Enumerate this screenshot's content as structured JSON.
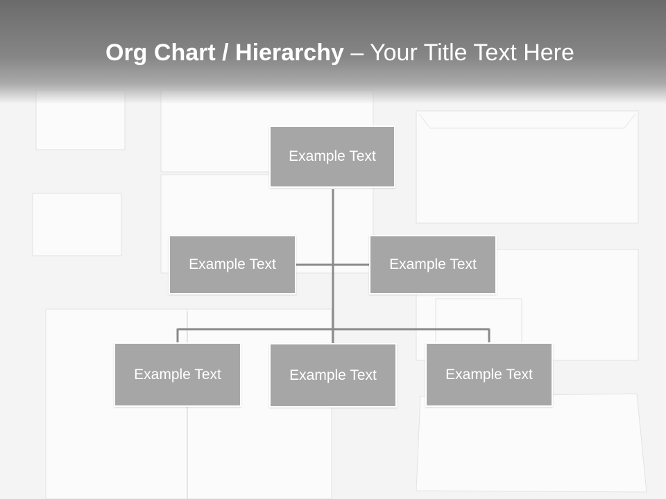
{
  "slide": {
    "title_bold": "Org Chart / Hierarchy",
    "title_separator": " – ",
    "title_rest": "Your Title Text Here"
  },
  "org_chart": {
    "root": {
      "label": "Example Text"
    },
    "level2": [
      {
        "label": "Example Text"
      },
      {
        "label": "Example Text"
      }
    ],
    "level3": [
      {
        "label": "Example Text"
      },
      {
        "label": "Example Text"
      },
      {
        "label": "Example Text"
      }
    ]
  },
  "colors": {
    "box_fill": "#a6a6a6",
    "box_border": "#ffffff",
    "connector": "#8a8a8a",
    "header_gray": "#7a7a7a"
  }
}
